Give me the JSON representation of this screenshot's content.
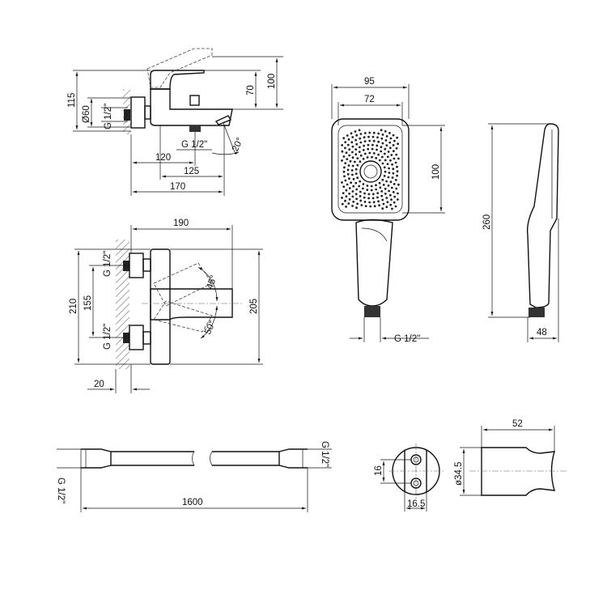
{
  "mixer_side": {
    "h115": "115",
    "d60": "Ø60",
    "g_inlet": "G 1/2\"",
    "h70": "70",
    "h100": "100",
    "w120": "120",
    "w125": "125",
    "w170": "170",
    "g_outlet": "G 1/2\"",
    "angle": "20°"
  },
  "mixer_front": {
    "w190": "190",
    "h210": "210",
    "h155": "155",
    "h205": "205",
    "g_top": "G 1/2\"",
    "g_bottom": "G 1/2\"",
    "angle45": "45°",
    "angle50": "50°",
    "w20": "20"
  },
  "hand_shower": {
    "w95": "95",
    "w72": "72",
    "h100": "100",
    "h260": "260",
    "w48": "48",
    "g": "G 1/2\""
  },
  "hose": {
    "length": "1600",
    "g_left": "G 1/2\"",
    "g_right": "G 1/2\""
  },
  "holder": {
    "d16": "16",
    "w16_5": "16.5",
    "d34_5": "ø34.5",
    "w52": "52"
  }
}
